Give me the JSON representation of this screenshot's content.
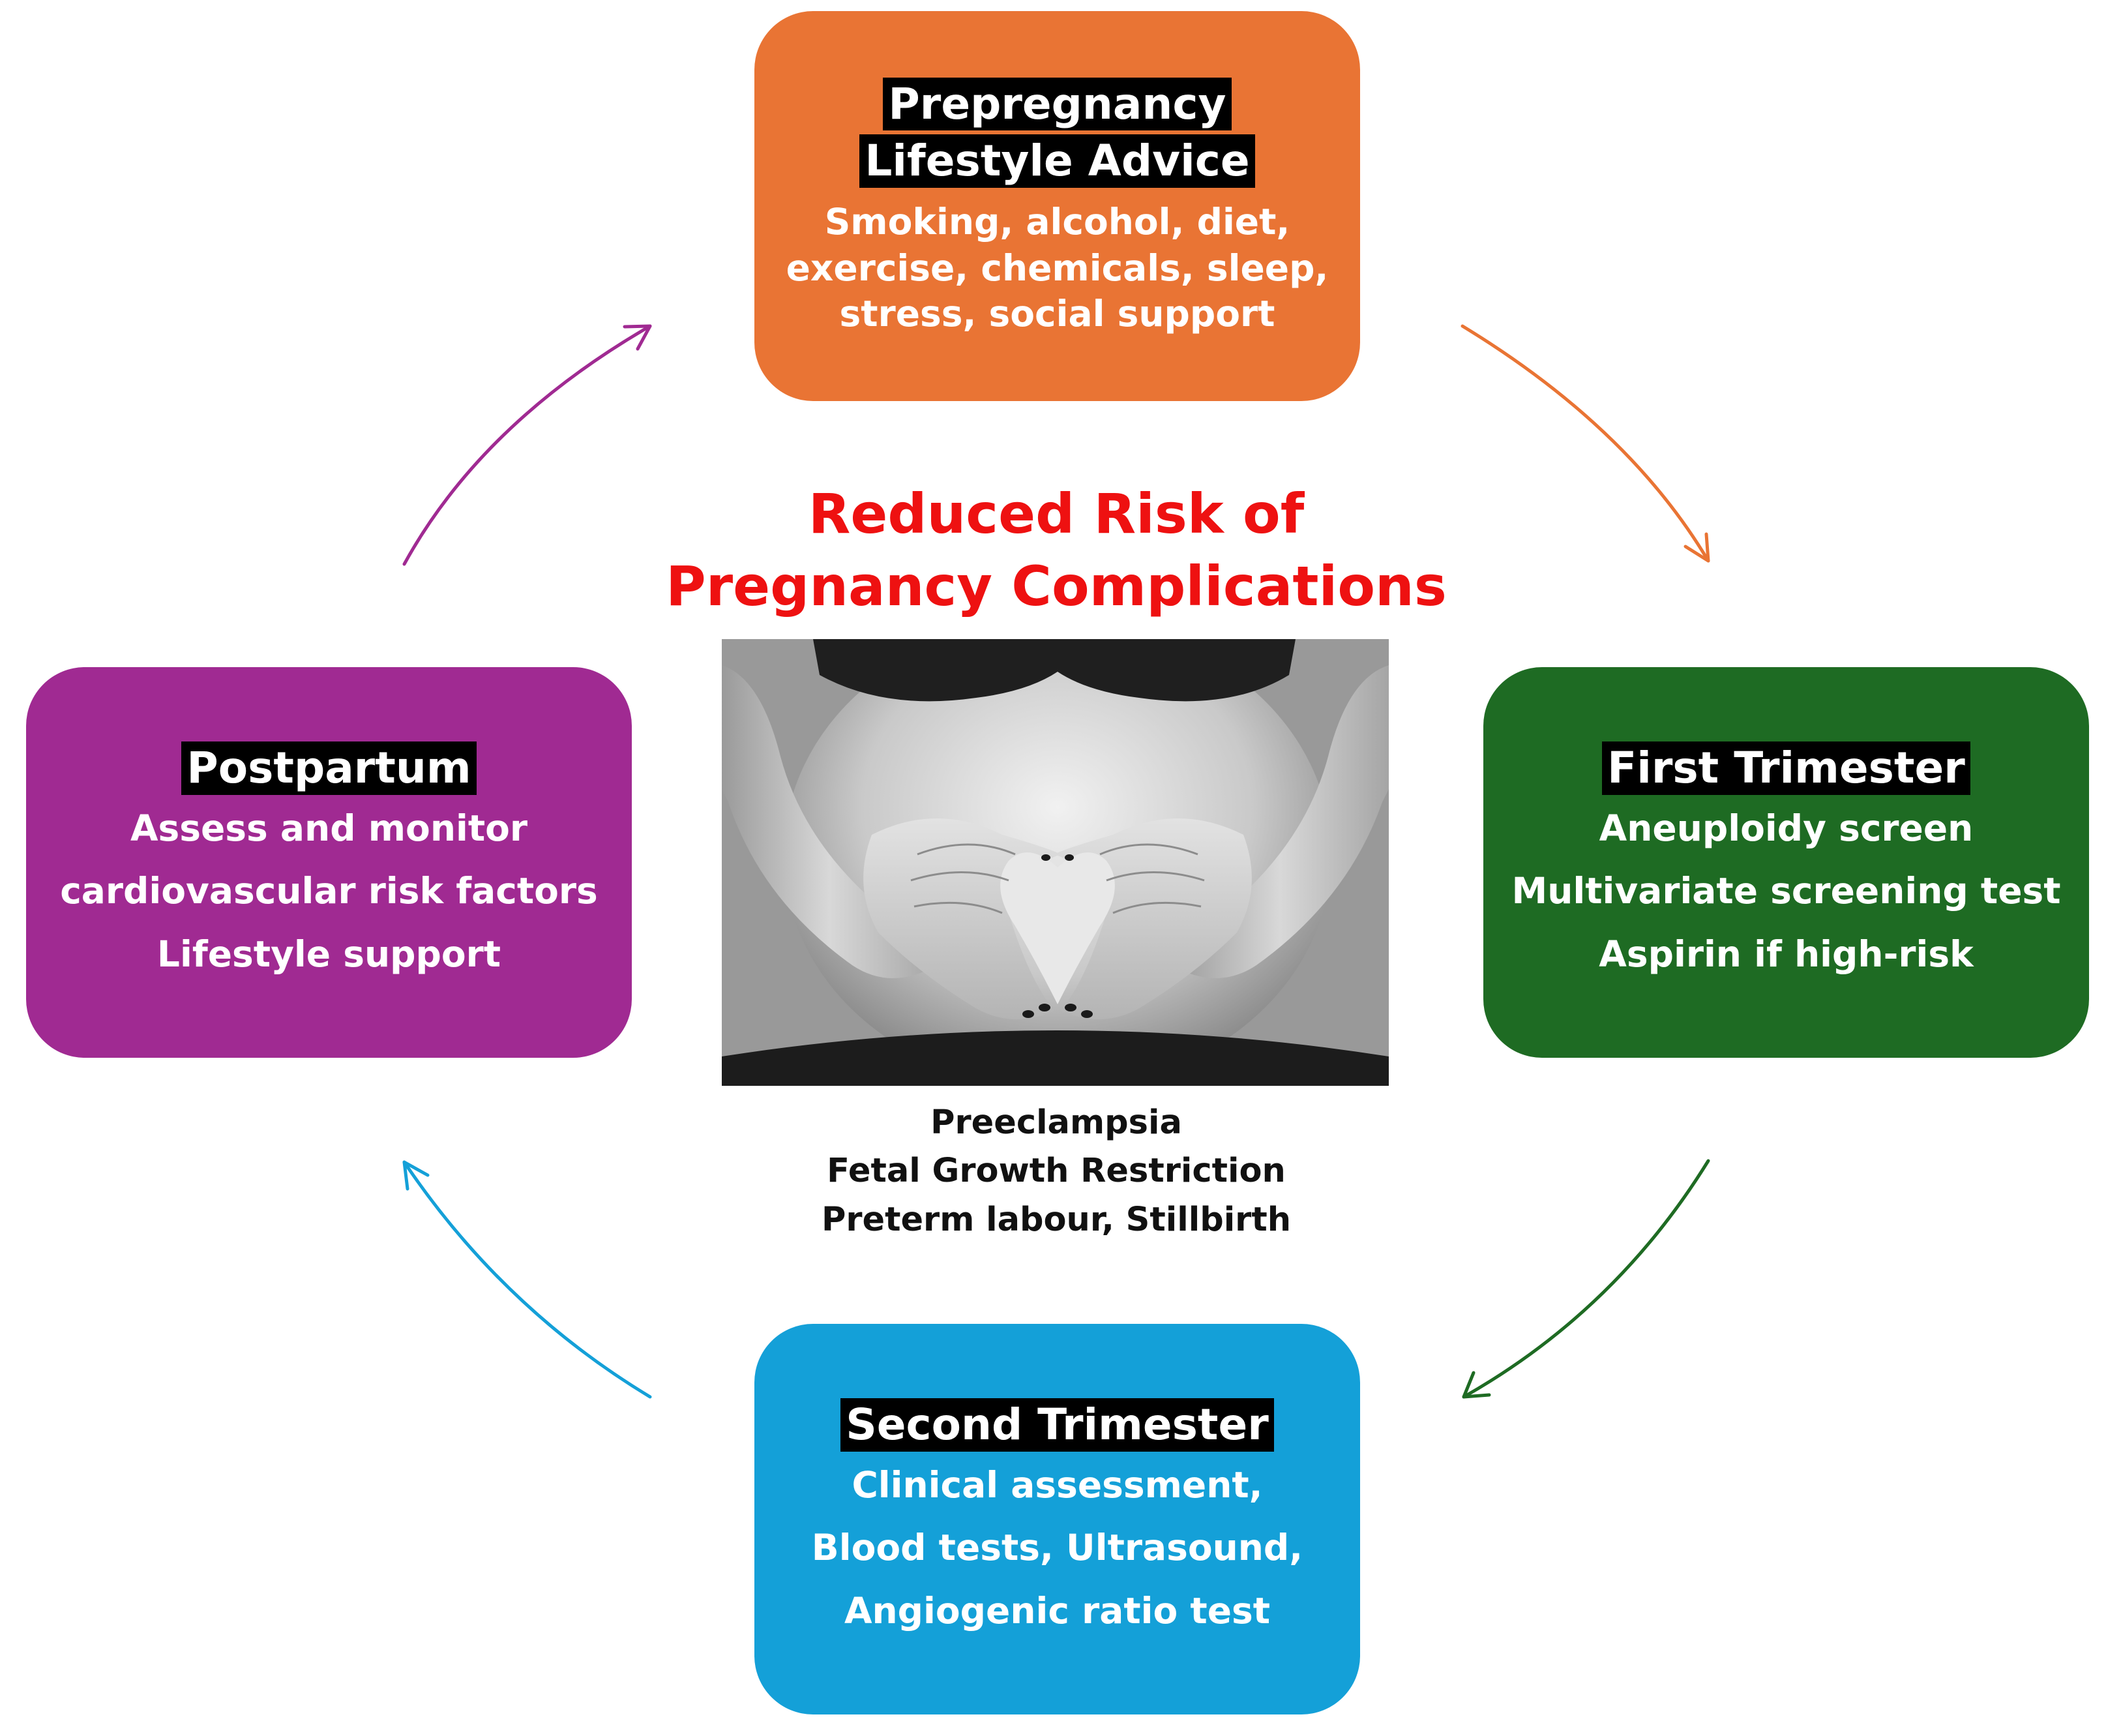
{
  "center": {
    "title_line1": "Reduced Risk of",
    "title_line2": "Pregnancy Complications",
    "title_color": "#EE1111",
    "photo_icon": "pregnant-belly-heart-hands-photo",
    "complications": [
      "Preeclampsia",
      "Fetal Growth Restriction",
      "Preterm labour, Stillbirth"
    ]
  },
  "stages": {
    "prepregnancy": {
      "headings": [
        "Prepregnancy",
        "Lifestyle Advice"
      ],
      "details": [
        "Smoking, alcohol, diet,",
        "exercise, chemicals, sleep,",
        "stress, social support"
      ],
      "color": "#E97434"
    },
    "first_trimester": {
      "headings": [
        "First Trimester"
      ],
      "details": [
        "Aneuploidy screen",
        "Multivariate screening test",
        "Aspirin if high-risk"
      ],
      "color": "#1E6B23"
    },
    "second_trimester": {
      "headings": [
        "Second Trimester"
      ],
      "details": [
        "Clinical assessment,",
        "Blood tests, Ultrasound,",
        "Angiogenic ratio test"
      ],
      "color": "#14A0D8"
    },
    "postpartum": {
      "headings": [
        "Postpartum"
      ],
      "details": [
        "Assess and monitor",
        "cardiovascular risk factors",
        "Lifestyle support"
      ],
      "color": "#A02A92"
    }
  },
  "arrows": {
    "prepregnancy_to_first": {
      "icon": "curved-arrow-icon",
      "color": "#E97434"
    },
    "first_to_second": {
      "icon": "curved-arrow-icon",
      "color": "#1E6B23"
    },
    "second_to_postpartum": {
      "icon": "curved-arrow-icon",
      "color": "#14A0D8"
    },
    "postpartum_to_prepregnancy": {
      "icon": "curved-arrow-icon",
      "color": "#A02A92"
    }
  }
}
